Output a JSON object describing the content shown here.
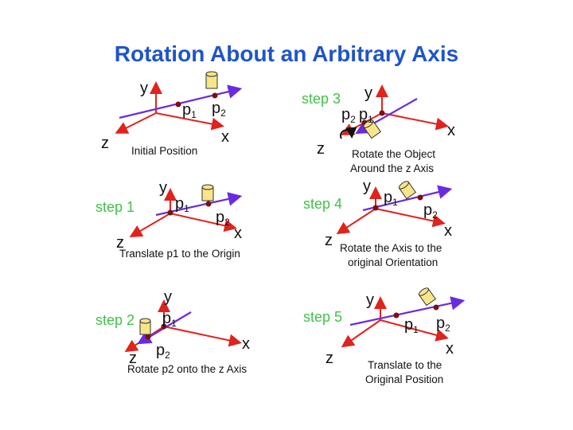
{
  "title": "Rotation About an Arbitrary Axis",
  "colors": {
    "title": "#1f55c8",
    "axes": "#e0231c",
    "rotation_axis": "#6a2be0",
    "step_label": "#41c24a",
    "object": "#f8e58a"
  },
  "panels": {
    "initial": {
      "step": "",
      "caption": [
        "Initial Position"
      ],
      "axes": {
        "x": "x",
        "y": "y",
        "z": "z"
      },
      "points": [
        "p1",
        "p2"
      ]
    },
    "step1": {
      "step": "step 1",
      "caption": [
        "Translate p1 to the Origin"
      ],
      "axes": {
        "x": "x",
        "y": "y",
        "z": "z"
      },
      "points": [
        "p1",
        "p2"
      ]
    },
    "step2": {
      "step": "step 2",
      "caption": [
        "Rotate p2 onto the z Axis"
      ],
      "axes": {
        "x": "x",
        "y": "y",
        "z": "z"
      },
      "points": [
        "p1",
        "p2"
      ]
    },
    "step3": {
      "step": "step 3",
      "caption": [
        "Rotate the Object",
        "Around the z Axis"
      ],
      "axes": {
        "x": "x",
        "y": "y",
        "z": "z"
      },
      "points": [
        "p2",
        "p1"
      ]
    },
    "step4": {
      "step": "step 4",
      "caption": [
        "Rotate the Axis to the",
        "original Orientation"
      ],
      "axes": {
        "x": "x",
        "y": "y",
        "z": "z"
      },
      "points": [
        "p1",
        "p2"
      ]
    },
    "step5": {
      "step": "step 5",
      "caption": [
        "Translate to the",
        "Original Position"
      ],
      "axes": {
        "x": "x",
        "y": "y",
        "z": "z"
      },
      "points": [
        "p1",
        "p2"
      ]
    }
  }
}
